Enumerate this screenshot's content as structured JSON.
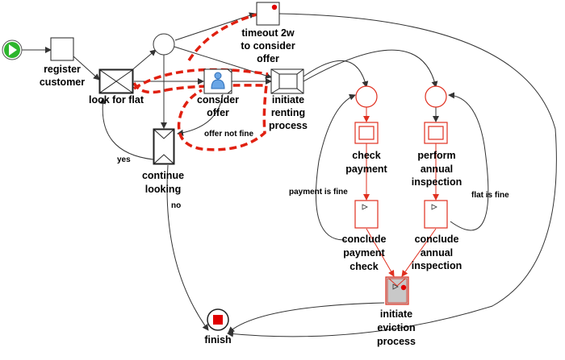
{
  "diagram": {
    "nodes": {
      "register_customer": [
        "register",
        "customer"
      ],
      "look_for_flat": [
        "look for flat"
      ],
      "consider_offer": [
        "consider",
        "offer"
      ],
      "timeout": [
        "timeout 2w",
        "to consider",
        "offer"
      ],
      "initiate_renting": [
        "initiate",
        "renting",
        "process"
      ],
      "continue_looking": [
        "continue",
        "looking"
      ],
      "check_payment": [
        "check",
        "payment"
      ],
      "perform_inspection": [
        "perform",
        "annual",
        "inspection"
      ],
      "conclude_payment": [
        "conclude",
        "payment",
        "check"
      ],
      "conclude_inspection": [
        "conclude",
        "annual",
        "inspection"
      ],
      "initiate_eviction": [
        "initiate",
        "eviction",
        "process"
      ],
      "finish": [
        "finish"
      ]
    },
    "edge_labels": {
      "offer_not_fine": "offer not fine",
      "yes": "yes",
      "no": "no",
      "payment_is_fine": "payment is fine",
      "flat_is_fine": "flat is fine"
    },
    "colors": {
      "start_fill": "#2db52d",
      "active_red": "#e03020",
      "stop_red": "#e00000",
      "dashed_path": "#e02010"
    }
  }
}
